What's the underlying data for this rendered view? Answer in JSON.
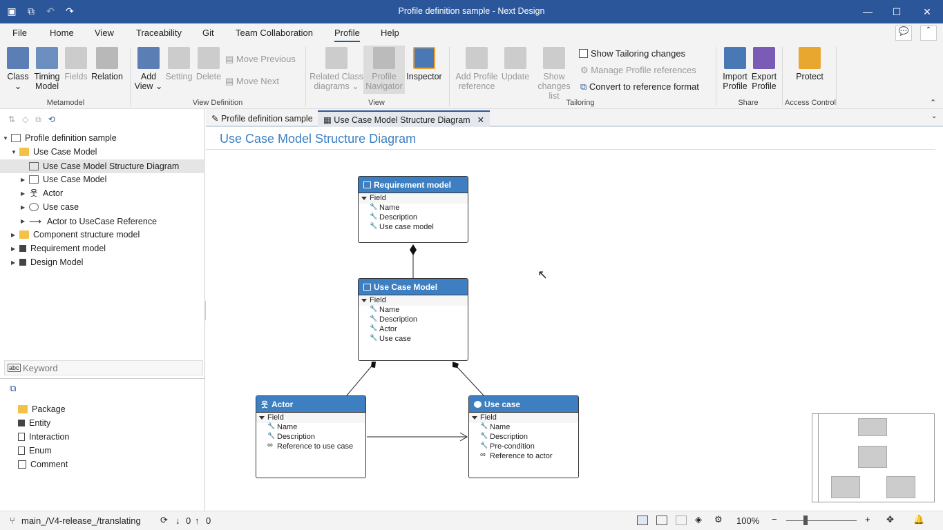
{
  "window": {
    "title": "Profile definition sample - Next Design"
  },
  "menu": [
    "File",
    "Home",
    "View",
    "Traceability",
    "Git",
    "Team Collaboration",
    "Profile",
    "Help"
  ],
  "ribbon": {
    "metamodel": {
      "class": "Class",
      "timing_model": "Timing Model",
      "fields": "Fields",
      "relation": "Relation",
      "group": "Metamodel"
    },
    "viewdef": {
      "add_view": "Add View",
      "setting": "Setting",
      "delete": "Delete",
      "move_previous": "Move Previous",
      "move_next": "Move Next",
      "group": "View Definition"
    },
    "view": {
      "related": "Related Class diagrams",
      "navigator": "Profile Navigator",
      "inspector": "Inspector",
      "group": "View"
    },
    "tailoring": {
      "add_ref": "Add Profile reference",
      "update": "Update",
      "show_changes": "Show changes list",
      "show_tailoring": "Show Tailoring changes",
      "manage_refs": "Manage Profile references",
      "convert": "Convert to reference format",
      "group": "Tailoring"
    },
    "share": {
      "import": "Import Profile",
      "export": "Export Profile",
      "group": "Share"
    },
    "access": {
      "protect": "Protect",
      "group": "Access Control"
    }
  },
  "tree": {
    "root": "Profile definition sample",
    "items": [
      "Use Case Model",
      "Use Case Model Structure Diagram",
      "Use Case Model",
      "Actor",
      "Use case",
      "Actor to UseCase Reference",
      "Component structure model",
      "Requirement model",
      "Design Model"
    ]
  },
  "search": {
    "placeholder": "Keyword"
  },
  "palette": [
    "Package",
    "Entity",
    "Interaction",
    "Enum",
    "Comment"
  ],
  "tabs": [
    "Profile definition sample",
    "Use Case Model Structure Diagram"
  ],
  "diagram": {
    "title": "Use Case Model Structure Diagram",
    "field_label": "Field",
    "nodes": {
      "req": {
        "title": "Requirement model",
        "fields": [
          "Name",
          "Description",
          "Use case model"
        ]
      },
      "ucm": {
        "title": "Use Case Model",
        "fields": [
          "Name",
          "Description",
          "Actor",
          "Use case"
        ]
      },
      "actor": {
        "title": "Actor",
        "fields": [
          "Name",
          "Description",
          "Reference to use case"
        ]
      },
      "uc": {
        "title": "Use case",
        "fields": [
          "Name",
          "Description",
          "Pre-condition",
          "Reference to actor"
        ]
      }
    }
  },
  "status": {
    "branch": "main_/V4-release_/translating",
    "down": "0",
    "up": "0",
    "zoom": "100%"
  },
  "colors": {
    "titlebar": "#2b579a",
    "node_header": "#3d7fc1"
  }
}
